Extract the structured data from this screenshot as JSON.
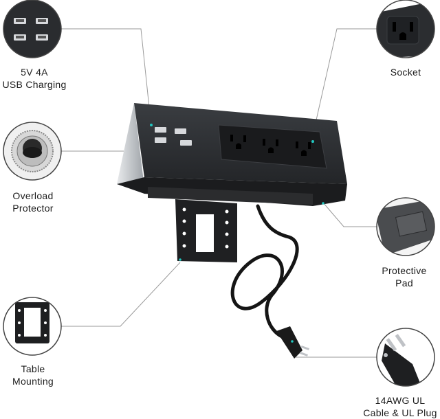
{
  "labels": {
    "usb": {
      "line1": "5V 4A",
      "line2": "USB Charging"
    },
    "socket": {
      "line1": "Socket"
    },
    "overload": {
      "line1": "Overload",
      "line2": "Protector"
    },
    "pad": {
      "line1": "Protective",
      "line2": "Pad"
    },
    "mount": {
      "line1": "Table",
      "line2": "Mounting"
    },
    "plug": {
      "line1": "14AWG UL",
      "line2": "Cable & UL Plug"
    }
  },
  "colors": {
    "body": "#2b2d30",
    "panel": "#1d1f22",
    "silver": "#c9ccd0",
    "accent_led": "#21c7c0",
    "line": "#8a8a8a"
  }
}
